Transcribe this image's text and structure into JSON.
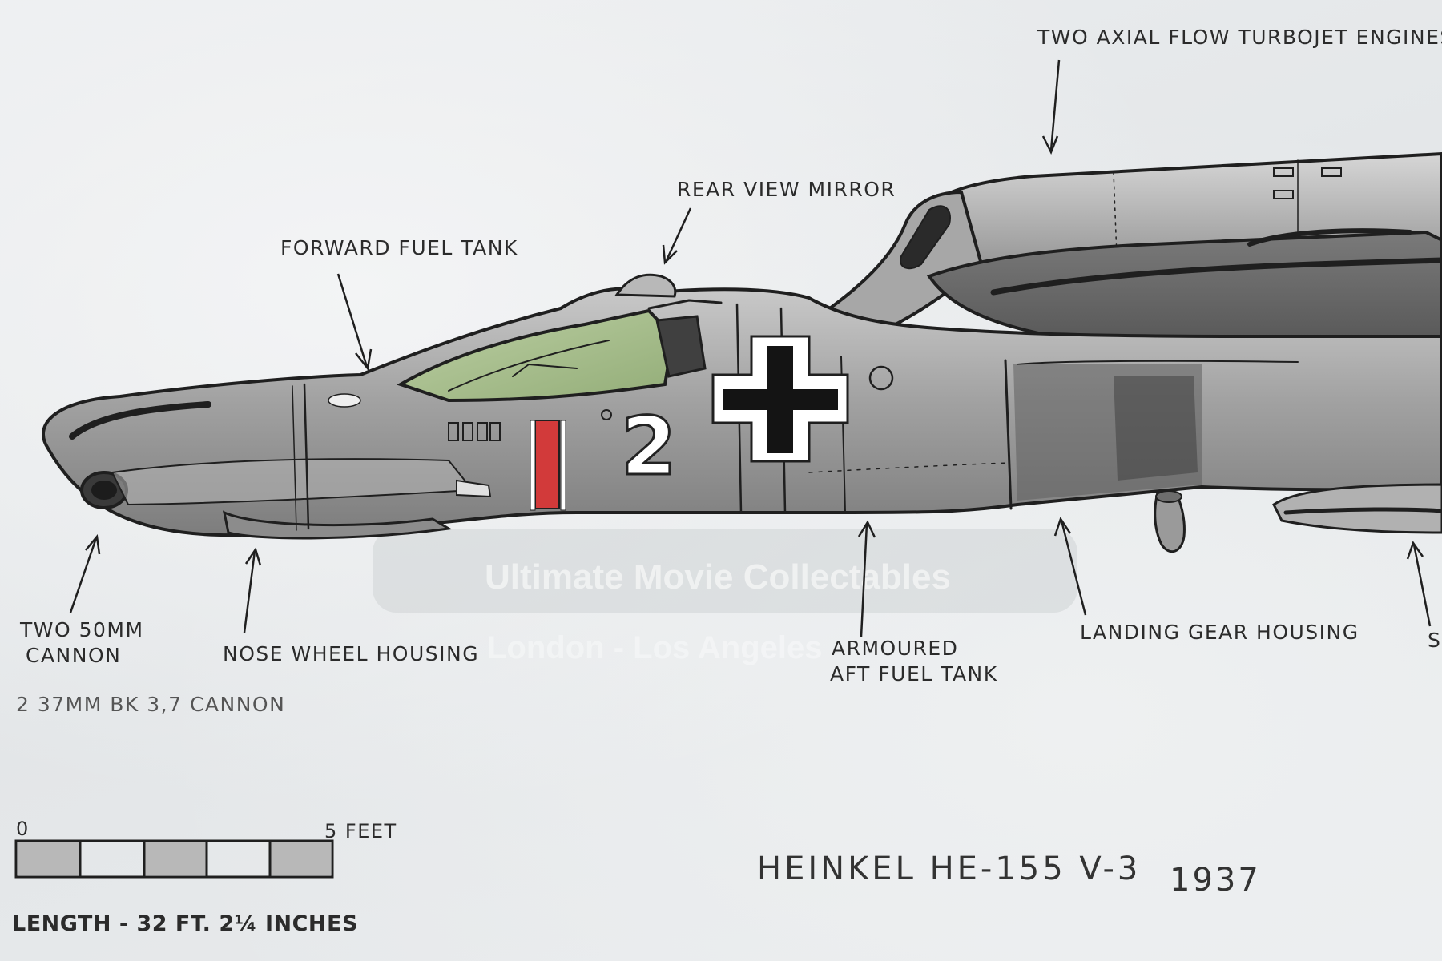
{
  "labels": {
    "engines": "TWO AXIAL FLOW TURBOJET ENGINES",
    "mirror": "REAR VIEW MIRROR",
    "forward_tank": "FORWARD FUEL TANK",
    "cannon_50": "TWO 50MM",
    "cannon_50_line2": "CANNON",
    "nose_wheel": "NOSE WHEEL HOUSING",
    "cannon_37": "2 37MM BK 3,7 CANNON",
    "aft_tank_line1": "ARMOURED",
    "aft_tank_line2": "AFT FUEL TANK",
    "landing_gear": "LANDING GEAR HOUSING",
    "cut_off": "S"
  },
  "aircraft": {
    "title": "HEINKEL HE-155 V-3",
    "year": "1937",
    "number_marking": "2"
  },
  "scale": {
    "start": "0",
    "end": "5 FEET",
    "length": "LENGTH - 32 FT. 2¼ INCHES"
  },
  "watermark": {
    "line1": "Ultimate Movie Collectables",
    "line2": "London - Los Angeles"
  },
  "colors": {
    "paper": "#e9ebec",
    "pencil": "#1f1f1f",
    "canopy_green": "#a8bf8a",
    "stripe_red": "#d23a3a",
    "body_grey": "#9a9a9a"
  }
}
